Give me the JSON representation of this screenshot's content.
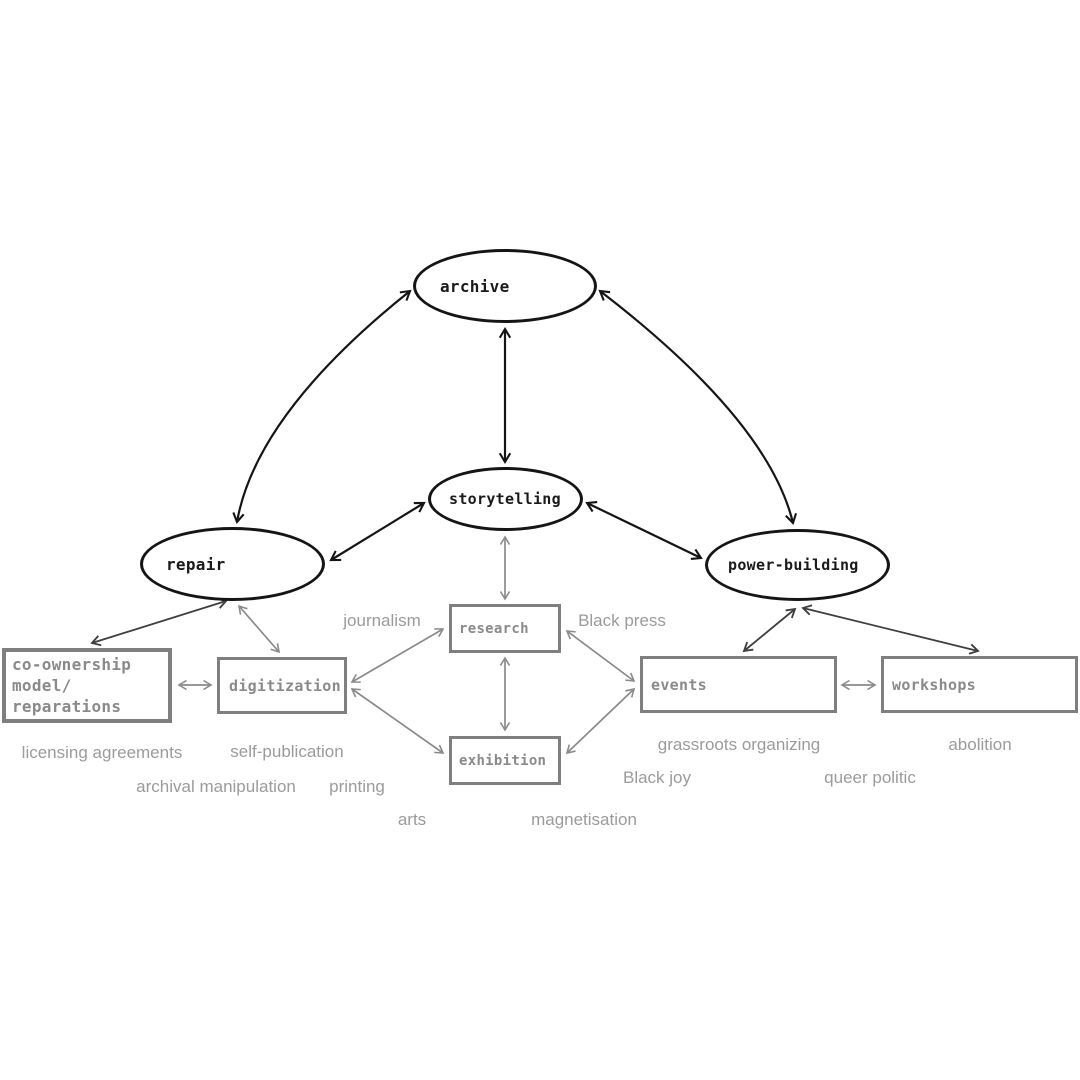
{
  "colors": {
    "background": "#ffffff",
    "black_node_stroke": "#151515",
    "black_node_text": "#1a1a1a",
    "gray_node_stroke": "#7f7f7f",
    "gray_node_text": "#8a8a8a",
    "gray_arrow": "#8a8a8a",
    "dark_arrow": "#3f3f3f",
    "floating_label_text": "#9b9b9b"
  },
  "nodes": {
    "archive": {
      "label": "archive"
    },
    "storytelling": {
      "label": "storytelling"
    },
    "repair": {
      "label": "repair"
    },
    "power_building": {
      "label": "power-building"
    },
    "co_ownership": {
      "lines": [
        "co-ownership",
        "model/",
        "reparations"
      ]
    },
    "digitization": {
      "label": "digitization"
    },
    "research": {
      "label": "research"
    },
    "exhibition": {
      "label": "exhibition"
    },
    "events": {
      "label": "events"
    },
    "workshops": {
      "label": "workshops"
    }
  },
  "labels": {
    "journalism": "journalism",
    "black_press": "Black press",
    "licensing_agreements": "licensing agreements",
    "self_publication": "self-publication",
    "archival_manipulation": "archival manipulation",
    "printing": "printing",
    "arts": "arts",
    "magnetisation": "magnetisation",
    "grassroots_organizing": "grassroots organizing",
    "black_joy": "Black joy",
    "queer_politic": "queer politic",
    "abolition": "abolition"
  },
  "edges": [
    "archive-storytelling",
    "archive-repair",
    "archive-power-building",
    "repair-storytelling",
    "storytelling-power-building",
    "repair-co-ownership",
    "repair-digitization",
    "power-building-events",
    "power-building-workshops",
    "storytelling-research",
    "co-ownership-digitization",
    "digitization-research",
    "digitization-exhibition",
    "research-exhibition",
    "research-events",
    "exhibition-events",
    "events-workshops"
  ]
}
